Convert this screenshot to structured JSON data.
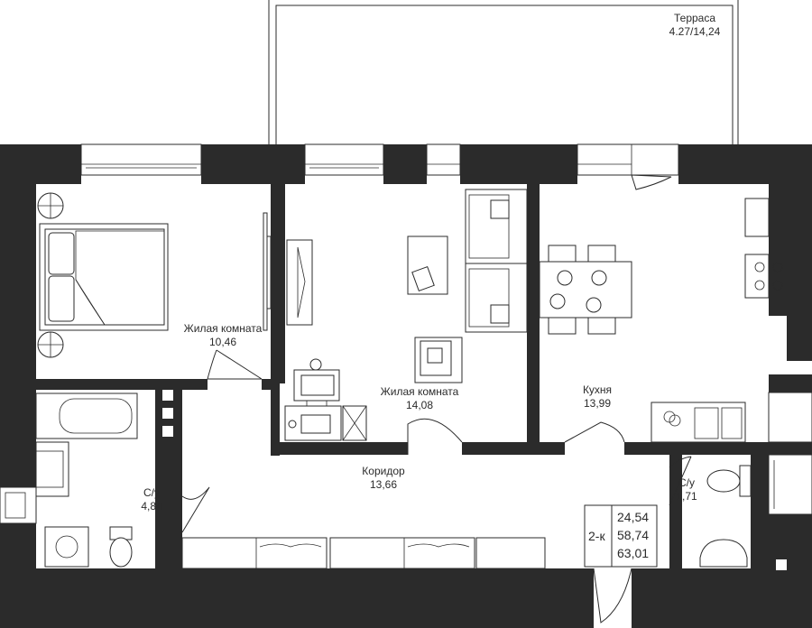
{
  "rooms": {
    "terrace": {
      "name": "Терраса",
      "area": "4.27/14,24"
    },
    "bedroom": {
      "name": "Жилая комната",
      "area": "10,46"
    },
    "living": {
      "name": "Жилая комната",
      "area": "14,08"
    },
    "kitchen": {
      "name": "Кухня",
      "area": "13,99"
    },
    "corridor": {
      "name": "Коридор",
      "area": "13,66"
    },
    "bath_large": {
      "name": "С/у",
      "area": "4,84"
    },
    "bath_small": {
      "name": "С/у",
      "area": "1,71"
    }
  },
  "summary": {
    "type": "2-к",
    "living_area": "24,54",
    "total_area_no_terrace": "58,74",
    "total_area": "63,01"
  },
  "colors": {
    "wall": "#2b2b2b",
    "background": "#ffffff"
  }
}
